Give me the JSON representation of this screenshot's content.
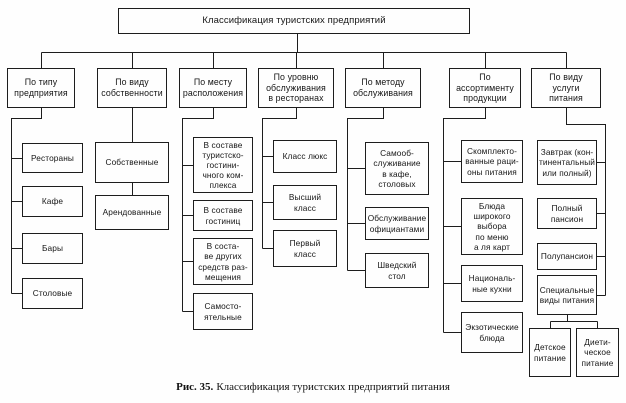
{
  "root": {
    "label": "Классификация туристских предприятий"
  },
  "caption": {
    "figure": "Рис. 35.",
    "text": "Классификация туристских предприятий питания"
  },
  "diagram_type": "hierarchy-flowchart",
  "line_color": "#1d1d1d",
  "columns": [
    {
      "header": "По типу\nпредприятия",
      "items": [
        "Рестораны",
        "Кафе",
        "Бары",
        "Столовые"
      ]
    },
    {
      "header": "По виду\nсобственности",
      "items": [
        "Собственные",
        "Арендованные"
      ]
    },
    {
      "header": "По месту\nрасположения",
      "items": [
        "В составе\nтуристско-\nгостини-\nчного ком-\nплекса",
        "В составе\nгостиниц",
        "В соста-\nве других\nсредств раз-\nмещения",
        "Самосто-\nятельные"
      ]
    },
    {
      "header": "По уровню\nобслуживания\nв ресторанах",
      "items": [
        "Класс люкс",
        "Высший\nкласс",
        "Первый\nкласс"
      ]
    },
    {
      "header": "По методу\nобслуживания",
      "items": [
        "Самооб-\nслуживание\nв кафе,\nстоловых",
        "Обслуживание\nофициантами",
        "Шведский\nстол"
      ]
    },
    {
      "header": "По\nассортименту\nпродукции",
      "items": [
        "Скомплекто-\nванные раци-\nоны питания",
        "Блюда\nширокого\nвыбора\nпо меню\nа ля карт",
        "Националь-\nные кухни",
        "Экзотические\nблюда"
      ]
    },
    {
      "header": "По виду\nуслуги\nпитания",
      "items": [
        "Завтрак (кон-\nтинентальный\nили полный)",
        "Полный\nпансион",
        "Полупансион",
        "Специальные\nвиды питания"
      ],
      "subitems": [
        "Детское\nпитание",
        "Диети-\nческое\nпитание"
      ]
    }
  ]
}
